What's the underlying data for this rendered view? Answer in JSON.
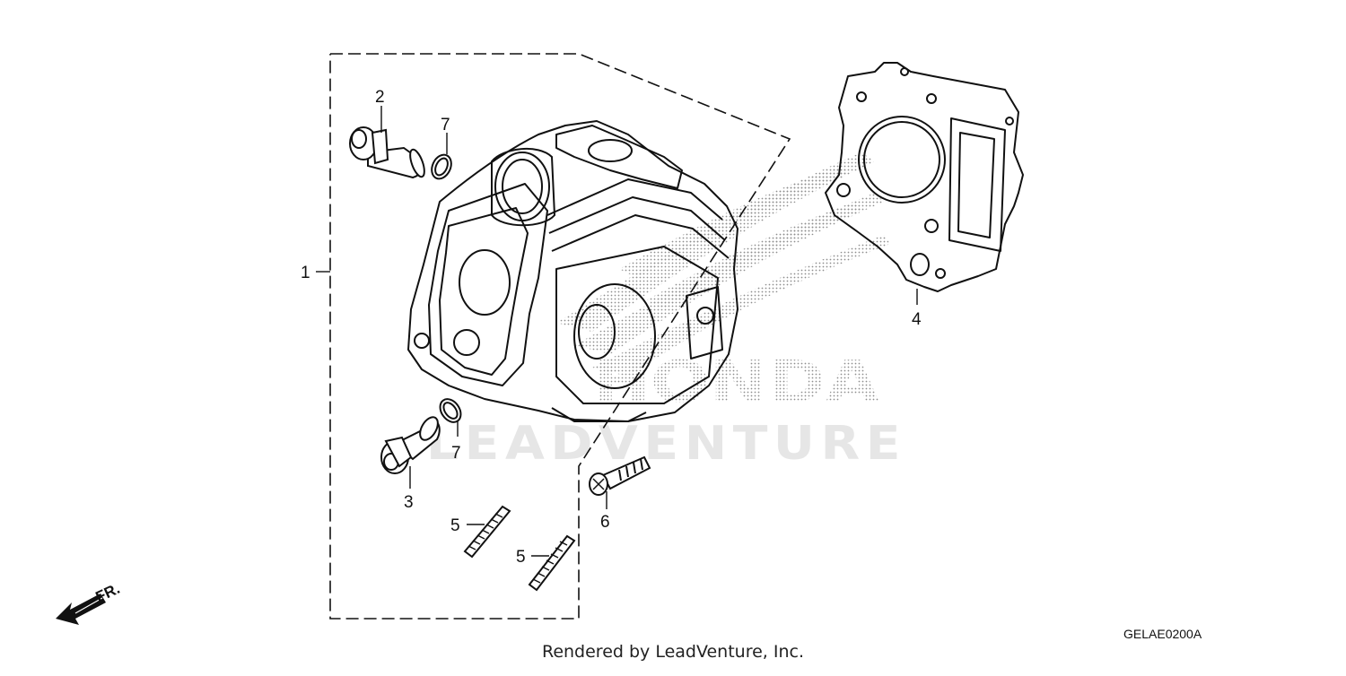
{
  "callouts": {
    "c1": "1",
    "c2": "2",
    "c3": "3",
    "c4": "4",
    "c5a": "5",
    "c5b": "5",
    "c6": "6",
    "c7a": "7",
    "c7b": "7"
  },
  "front_marker": "FR.",
  "watermark": {
    "brand": "HONDA",
    "company": "LEADVENTURE"
  },
  "diagram_code": "GELAE0200A",
  "footer_text": "Rendered by LeadVenture, Inc.",
  "colors": {
    "line": "#111111",
    "dots": "#8f8f8f",
    "watermark": "#e6e6e6"
  }
}
